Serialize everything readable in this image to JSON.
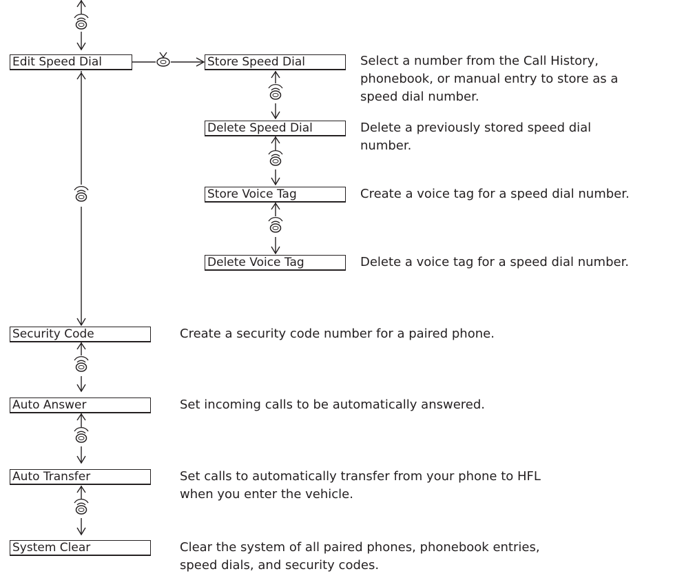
{
  "colors": {
    "ink": "#231f20",
    "background": "#ffffff"
  },
  "icons": {
    "rotate_knob": "selector-knob-rotate-icon",
    "press_knob": "selector-knob-press-icon"
  },
  "menu": {
    "edit_speed_dial": "Edit Speed Dial",
    "security_code": "Security Code",
    "auto_answer": "Auto Answer",
    "auto_transfer": "Auto Transfer",
    "system_clear": "System Clear"
  },
  "submenu": {
    "store_speed_dial": "Store Speed Dial",
    "delete_speed_dial": "Delete Speed Dial",
    "store_voice_tag": "Store Voice Tag",
    "delete_voice_tag": "Delete Voice Tag"
  },
  "descriptions": {
    "store_speed_dial": [
      "Select a number from the Call History,",
      "phonebook, or manual entry to store as a",
      "speed dial number."
    ],
    "delete_speed_dial": [
      "Delete a previously stored speed dial",
      "number."
    ],
    "store_voice_tag": [
      "Create a voice tag for a speed dial number."
    ],
    "delete_voice_tag": [
      "Delete a voice tag for a speed dial number."
    ],
    "security_code": [
      "Create a security code number for a paired phone."
    ],
    "auto_answer": [
      "Set incoming calls to be automatically answered."
    ],
    "auto_transfer": [
      "Set calls to automatically transfer from your phone to HFL",
      "when you enter the vehicle."
    ],
    "system_clear": [
      "Clear the system of all paired phones, phonebook entries,",
      "speed dials, and security codes."
    ]
  }
}
